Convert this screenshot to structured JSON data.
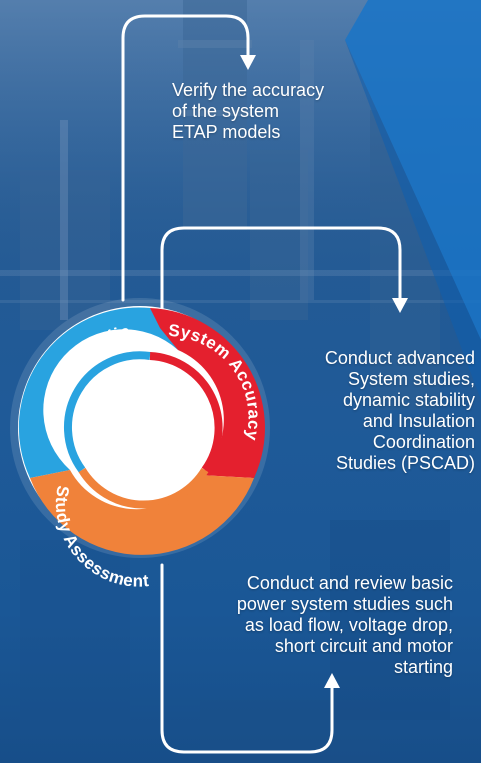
{
  "captions": {
    "verify": [
      "Verify the accuracy",
      "of the system",
      "ETAP models"
    ],
    "advanced": [
      "Conduct advanced",
      "System studies,",
      "dynamic stability",
      "and Insulation",
      "Coordination",
      "Studies (PSCAD)"
    ],
    "basic": [
      "Conduct and review basic",
      "power system studies such",
      "as load flow, voltage drop,",
      "short circuit and motor",
      "starting"
    ]
  },
  "cycle": {
    "segments": [
      {
        "label": "Advaced Studies",
        "color": "#29a3e0"
      },
      {
        "label": "System Accuracy",
        "color": "#e4202e"
      },
      {
        "label": "Study Assessment",
        "color": "#f0823a"
      }
    ]
  },
  "colors": {
    "arrow": "#ffffff",
    "accent_triangle": "#1a74c7",
    "background": "#23599a"
  }
}
